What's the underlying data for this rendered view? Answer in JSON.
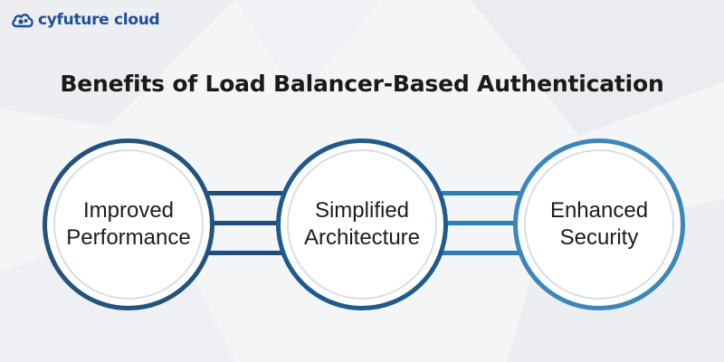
{
  "logo": {
    "text": "cyfuture cloud"
  },
  "title": "Benefits of Load Balancer-Based Authentication",
  "benefits": [
    {
      "line1": "Improved",
      "line2": "Performance"
    },
    {
      "line1": "Simplified",
      "line2": "Architecture"
    },
    {
      "line1": "Enhanced",
      "line2": "Security"
    }
  ],
  "colors": {
    "circle1_border": "#23527e",
    "circle2_border": "#1e5a8e",
    "circle3_border": "#3a86bd",
    "connector_left": "#1e4f80",
    "connector_right": "#2e7fb6",
    "brand": "#1f4f9c"
  }
}
